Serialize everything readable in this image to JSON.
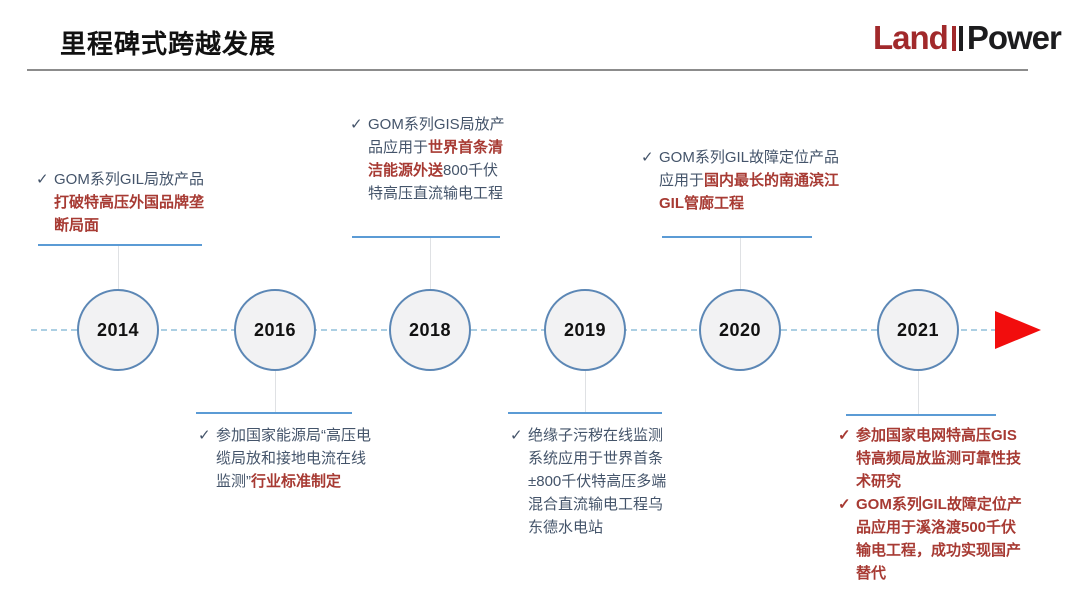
{
  "header": {
    "title": "里程碑式跨越发展",
    "logo": {
      "land": "Land",
      "power": "Power"
    }
  },
  "timeline": {
    "milestones": [
      {
        "year": "2014",
        "items": [
          {
            "check": "✓",
            "segments": [
              {
                "text": "GOM系列GIL局放产品",
                "highlight": false
              },
              {
                "text": "打破特高压外国品牌垄断局面",
                "highlight": true
              }
            ]
          }
        ]
      },
      {
        "year": "2016",
        "items": [
          {
            "check": "✓",
            "segments": [
              {
                "text": "参加国家能源局“高压电缆局放和接地电流在线监测”",
                "highlight": false
              },
              {
                "text": "行业标准制定",
                "highlight": true
              }
            ]
          }
        ]
      },
      {
        "year": "2018",
        "items": [
          {
            "check": "✓",
            "segments": [
              {
                "text": "GOM系列GIS局放产品应用于",
                "highlight": false
              },
              {
                "text": "世界首条清洁能源外送",
                "highlight": true
              },
              {
                "text": "800千伏特高压直流输电工程",
                "highlight": false
              }
            ]
          }
        ]
      },
      {
        "year": "2019",
        "items": [
          {
            "check": "✓",
            "segments": [
              {
                "text": "绝缘子污秽在线监测系统应用于世界首条±800千伏特高压多端混合直流输电工程乌东德水电站",
                "highlight": false
              }
            ]
          }
        ]
      },
      {
        "year": "2020",
        "items": [
          {
            "check": "✓",
            "segments": [
              {
                "text": "GOM系列GIL故障定位产品应用于",
                "highlight": false
              },
              {
                "text": "国内最长的南通滨江GIL管廊工程",
                "highlight": true
              }
            ]
          }
        ]
      },
      {
        "year": "2021",
        "items": [
          {
            "check": "✓",
            "segments": [
              {
                "text": "参加国家电网特高压GIS特高频局放监测可靠性技术研究",
                "highlight": true
              }
            ]
          },
          {
            "check": "✓",
            "segments": [
              {
                "text": "GOM系列GIL故障定位产品应用于溪洛渡500千伏输电工程，成功实现国产替代",
                "highlight": true
              }
            ]
          }
        ]
      }
    ]
  },
  "colors": {
    "accent_red": "#A73A33",
    "text_dark": "#44546A",
    "note_line_blue": "#5B9BD5",
    "axis_dash_blue": "#ACCFE3",
    "circle_border_blue": "#5C87B5",
    "circle_fill": "#F2F2F3",
    "arrow_red": "#F20D0D",
    "logo_red": "#A1292B",
    "logo_black": "#1C1C1E",
    "title_color": "#111111",
    "rule_gray": "#8C8C8C"
  }
}
